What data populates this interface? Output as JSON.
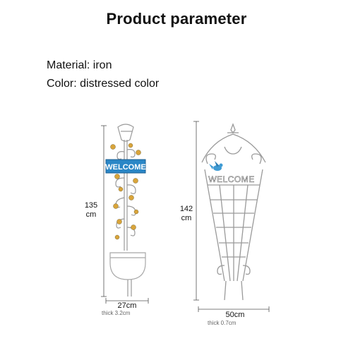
{
  "heading": "Product parameter",
  "specs": {
    "material": "Material: iron",
    "color": "Color: distressed color"
  },
  "left_product": {
    "sign_text": "WELCOME",
    "height_value": "135",
    "height_unit": "cm",
    "width_label": "27cm",
    "thickness_label": "thick 3.2cm"
  },
  "right_product": {
    "sign_text": "WELCOME",
    "height_value": "142",
    "height_unit": "cm",
    "width_label": "50cm",
    "thickness_label": "thick 0.7cm"
  },
  "colors": {
    "sign_blue": "#2a86c6",
    "frame": "#9a9a9a",
    "flower": "#d9a43a",
    "bird": "#3f9bd4"
  }
}
